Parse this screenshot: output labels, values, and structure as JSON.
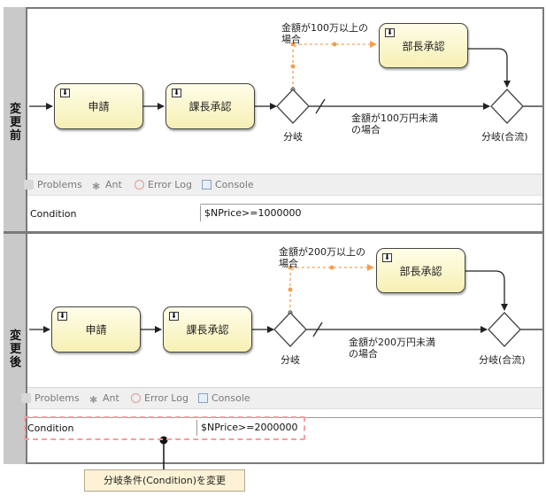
{
  "panels": [
    {
      "side_label": [
        "変",
        "更",
        "前"
      ],
      "tasks": {
        "apply": "申請",
        "section_manager": "課長承認",
        "dept_manager": "部長承認"
      },
      "labels": {
        "upper_condition": [
          "金額が100万以上の",
          "場合"
        ],
        "lower_condition": [
          "金額が100万円未満",
          "の場合"
        ],
        "branch": "分岐",
        "merge": "分岐(合流)"
      },
      "tabs": [
        "Problems",
        "Ant",
        "Error Log",
        "Console"
      ],
      "property_label": "Condition",
      "property_value": "$NPrice>=1000000"
    },
    {
      "side_label": [
        "変",
        "更",
        "後"
      ],
      "tasks": {
        "apply": "申請",
        "section_manager": "課長承認",
        "dept_manager": "部長承認"
      },
      "labels": {
        "upper_condition": [
          "金額が200万以上の",
          "場合"
        ],
        "lower_condition": [
          "金額が200万円未満",
          "の場合"
        ],
        "branch": "分岐",
        "merge": "分岐(合流)"
      },
      "tabs": [
        "Problems",
        "Ant",
        "Error Log",
        "Console"
      ],
      "property_label": "Condition",
      "property_value": "$NPrice>=2000000"
    }
  ],
  "callout": "分岐条件(Condition)を変更",
  "colors": {
    "task_fill_top": "#fffde8",
    "task_fill_bottom": "#f6f0b4",
    "conditional_flow": "#f0a050",
    "highlight": "#f0a0a0",
    "callout_fill": "#fdf2d6",
    "side_label_bg": "#c9c9c9"
  }
}
